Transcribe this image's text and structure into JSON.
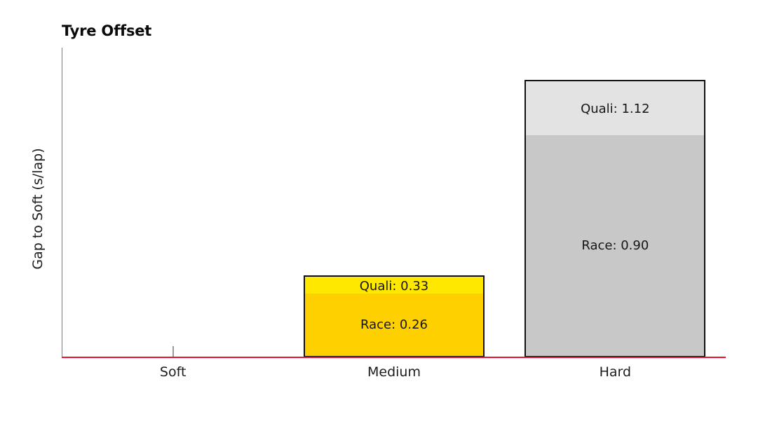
{
  "chart_data": {
    "type": "bar",
    "subtype": "stacked-bar",
    "title": "Tyre Offset",
    "xlabel": "",
    "ylabel": "Gap to Soft (s/lap)",
    "categories": [
      "Soft",
      "Medium",
      "Hard"
    ],
    "series": [
      {
        "name": "Race",
        "values": [
          0.0,
          0.26,
          0.9
        ]
      },
      {
        "name": "Quali",
        "values": [
          0.0,
          0.33,
          1.12
        ]
      }
    ],
    "bars": [
      {
        "category": "Soft",
        "race_value": 0.0,
        "quali_value": 0.0,
        "race_label": "",
        "quali_label": "",
        "race_color": "#FFFFFF",
        "quali_color": "#FFFFFF",
        "has_bar": false
      },
      {
        "category": "Medium",
        "race_value": 0.26,
        "quali_value": 0.33,
        "race_label": "Race: 0.26",
        "quali_label": "Quali: 0.33",
        "race_color": "#FFD000",
        "quali_color": "#FFE800",
        "has_bar": true
      },
      {
        "category": "Hard",
        "race_value": 0.9,
        "quali_value": 1.12,
        "race_label": "Race: 0.90",
        "quali_label": "Quali: 1.12",
        "race_color": "#C8C8C8",
        "quali_color": "#E3E3E3",
        "has_bar": true
      }
    ],
    "ylim": [
      0,
      1.25
    ],
    "y_ticks_visible": false,
    "grid": false,
    "legend": "none",
    "baseline_color": "#E8112D",
    "bar_edge_color": "#111111",
    "axis_color": "#7A7A7A"
  }
}
